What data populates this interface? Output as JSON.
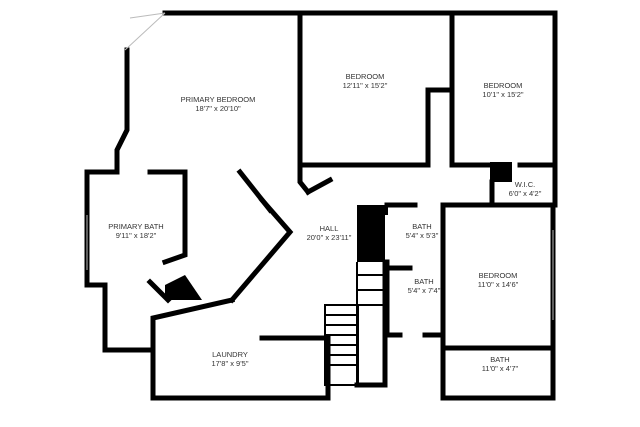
{
  "rooms": {
    "primary_bedroom": {
      "name": "PRIMARY BEDROOM",
      "size": "18'7\" x 20'10\""
    },
    "bedroom_1": {
      "name": "BEDROOM",
      "size": "12'11\" x 15'2\""
    },
    "bedroom_2": {
      "name": "BEDROOM",
      "size": "10'1\" x 15'2\""
    },
    "wic": {
      "name": "W.I.C.",
      "size": "6'0\" x 4'2\""
    },
    "primary_bath": {
      "name": "PRIMARY BATH",
      "size": "9'11\" x 18'2\""
    },
    "hall": {
      "name": "HALL",
      "size": "20'0\" x 23'11\""
    },
    "bath_1": {
      "name": "BATH",
      "size": "5'4\" x 5'3\""
    },
    "bath_2": {
      "name": "BATH",
      "size": "5'4\" x 7'4\""
    },
    "bedroom_3": {
      "name": "BEDROOM",
      "size": "11'0\" x 14'6\""
    },
    "laundry": {
      "name": "LAUNDRY",
      "size": "17'8\" x 9'5\""
    },
    "bath_3": {
      "name": "BATH",
      "size": "11'0\" x 4'7\""
    }
  }
}
